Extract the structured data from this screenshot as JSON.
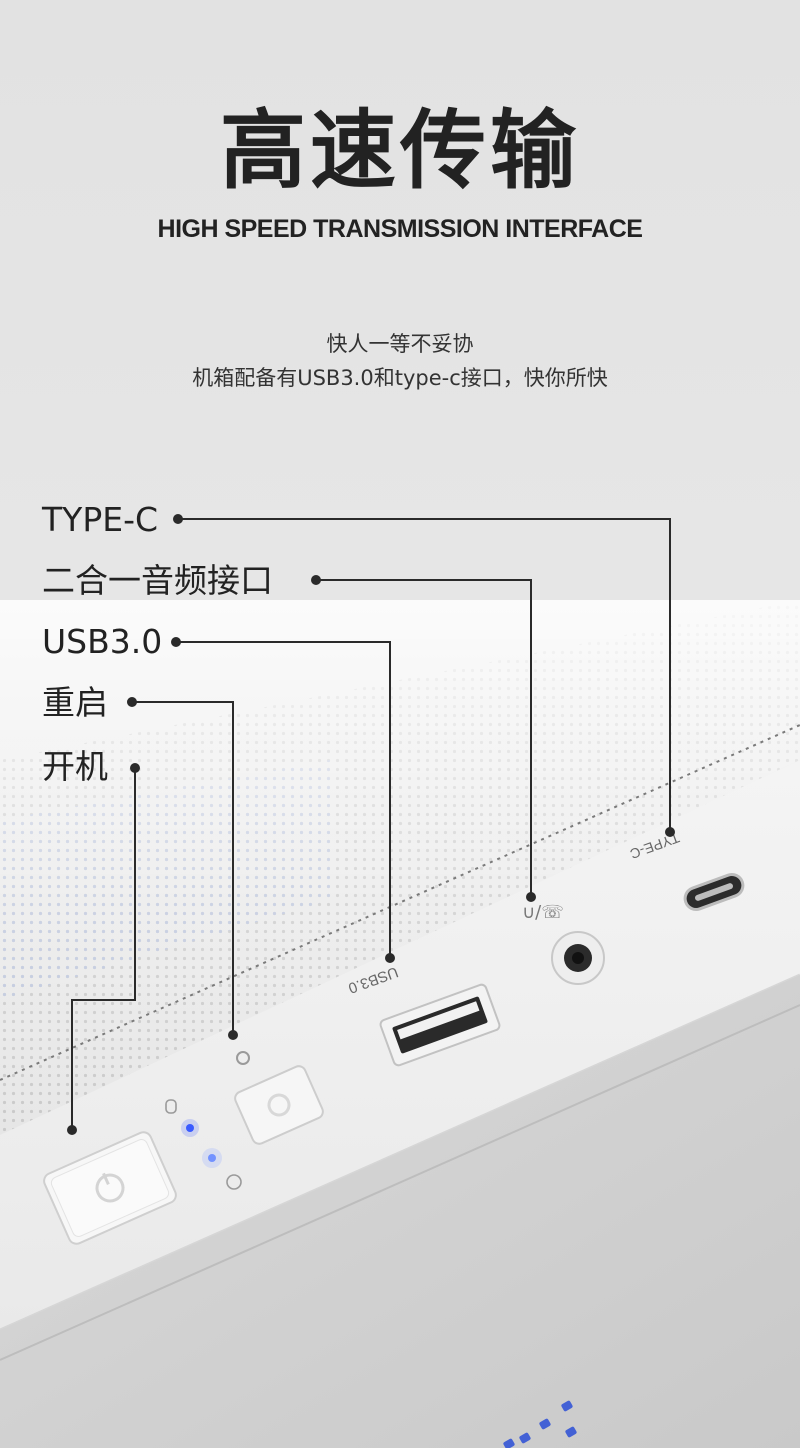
{
  "header": {
    "title": "高速传输",
    "subtitle": "HIGH SPEED TRANSMISSION INTERFACE"
  },
  "description": {
    "line1": "快人一等不妥协",
    "line2": "机箱配备有USB3.0和type-c接口，快你所快"
  },
  "callouts": [
    {
      "label": "TYPE-C"
    },
    {
      "label": "二合一音频接口"
    },
    {
      "label": "USB3.0"
    },
    {
      "label": "重启"
    },
    {
      "label": "开机"
    }
  ],
  "panel_markings": {
    "typec": "TYPE-C",
    "usb": "USB3.0"
  },
  "colors": {
    "line": "#2a2a2a",
    "led_blue": "#3a5cff",
    "panel": "#f2f2f2"
  }
}
